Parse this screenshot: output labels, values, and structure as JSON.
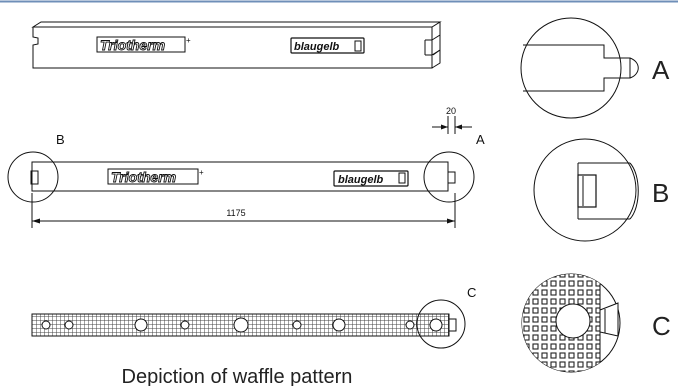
{
  "brand": {
    "product": "Triotherm",
    "product_mark": "+",
    "maker": "blaugelb"
  },
  "dimensions": {
    "gap_width": "20",
    "overall_length": "1175"
  },
  "detail_labels": {
    "a": "A",
    "b": "B",
    "c": "C"
  },
  "caption": "Depiction of waffle pattern",
  "colors": {
    "top_rule": "#6f8fb8",
    "line": "#111111",
    "hatch": "#444444"
  }
}
